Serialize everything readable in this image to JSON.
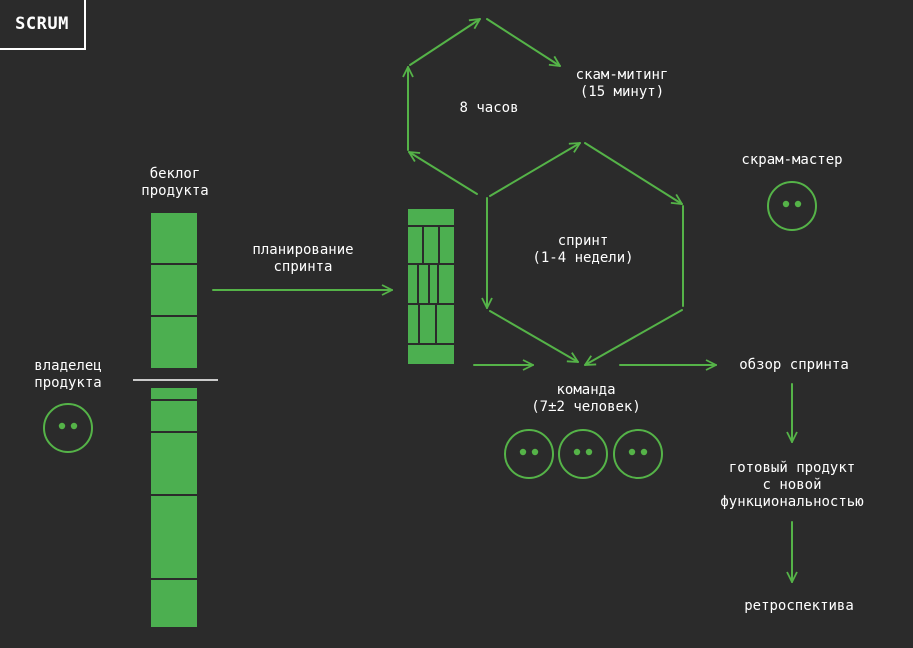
{
  "badge": "SCRUM",
  "labels": {
    "backlog": [
      "беклог",
      "продукта"
    ],
    "planning": [
      "планирование",
      "спринта"
    ],
    "owner": [
      "владелец",
      "продукта"
    ],
    "meeting": [
      "скам-митинг",
      "(15 минут)"
    ],
    "hours": [
      "8 часов"
    ],
    "sprint": [
      "спринт",
      "(1-4 недели)"
    ],
    "master": [
      "скрам-мастер"
    ],
    "team": [
      "команда",
      "(7±2 человек)"
    ],
    "review": [
      "обзор спринта"
    ],
    "product": [
      "готовый продукт",
      "с новой",
      "функциональностью"
    ],
    "retro": [
      "ретроспектива"
    ]
  },
  "colors": {
    "accent": "#55b348",
    "block": "#4caf50",
    "background": "#2b2b2b",
    "text": "#ffffff"
  },
  "icons": {
    "person": "smiley-face-icon"
  }
}
